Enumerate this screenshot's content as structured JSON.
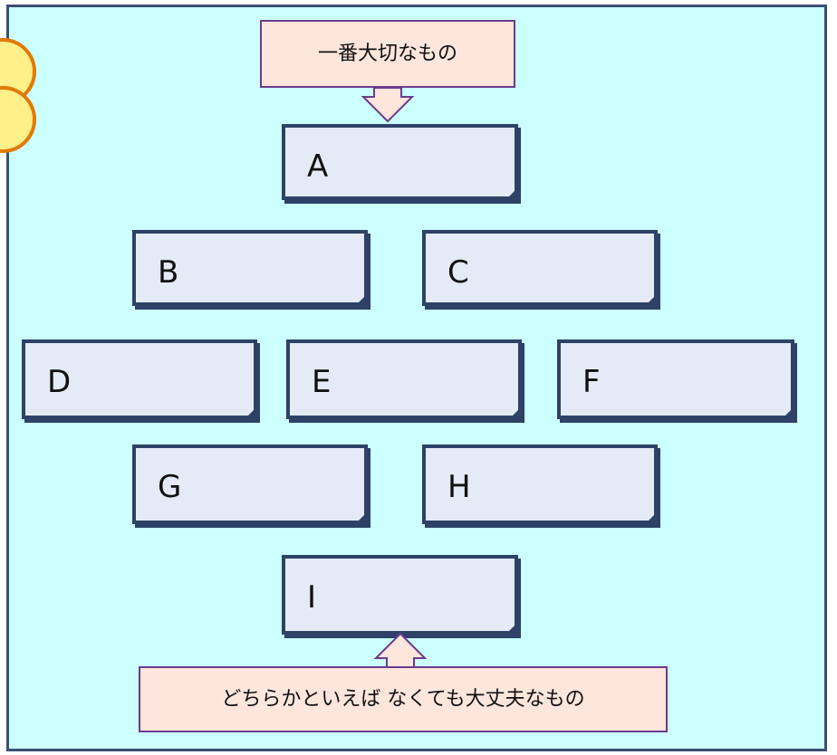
{
  "top_callout": "一番大切なもの",
  "bottom_callout": "どちらかといえば なくても大丈夫なもの",
  "cards": {
    "a": "A",
    "b": "B",
    "c": "C",
    "d": "D",
    "e": "E",
    "f": "F",
    "g": "G",
    "h": "H",
    "i": "I"
  },
  "colors": {
    "panel_bg": "#ccffff",
    "card_fill": "#e4ebf6",
    "card_border": "#2d4266",
    "callout_fill": "#fde6dc",
    "callout_border": "#6b3b8c",
    "decoration": "#fff08a"
  }
}
